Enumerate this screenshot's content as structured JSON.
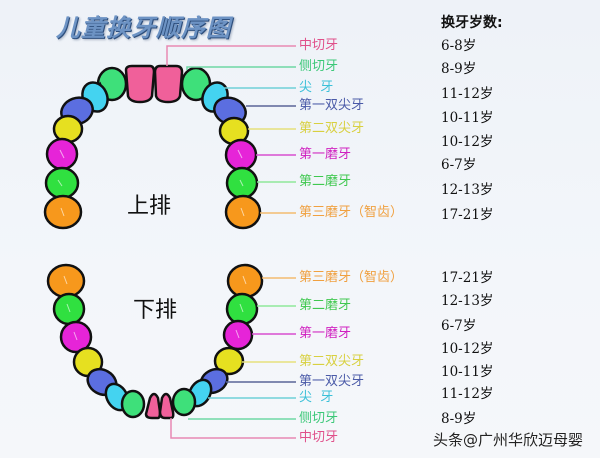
{
  "title": "儿童换牙顺序图",
  "age_header": "换牙岁数:",
  "jaw_labels": {
    "upper": "上排",
    "lower": "下排"
  },
  "colors": {
    "central_incisor": "#f0609a",
    "lateral_incisor": "#3ee07a",
    "canine": "#44d3f0",
    "first_premolar": "#5b6ee0",
    "second_premolar": "#e6e020",
    "first_molar": "#e624d8",
    "second_molar": "#30e040",
    "third_molar": "#f7981c"
  },
  "upper": [
    {
      "tooth": "中切牙",
      "age": "6-8岁",
      "color": "#e0508a"
    },
    {
      "tooth": "侧切牙",
      "age": "8-9岁",
      "color": "#3cc878"
    },
    {
      "tooth": "尖  牙",
      "age": "11-12岁",
      "color": "#3cc0d8"
    },
    {
      "tooth": "第一双尖牙",
      "age": "10-11岁",
      "color": "#4a5aa8"
    },
    {
      "tooth": "第二双尖牙",
      "age": "10-12岁",
      "color": "#d8d040"
    },
    {
      "tooth": "第一磨牙",
      "age": "6-7岁",
      "color": "#d020c0"
    },
    {
      "tooth": "第二磨牙",
      "age": "12-13岁",
      "color": "#40c850"
    },
    {
      "tooth": "第三磨牙（智齿）",
      "age": "17-21岁",
      "color": "#f0a040"
    }
  ],
  "lower": [
    {
      "tooth": "第三磨牙（智齿）",
      "age": "17-21岁",
      "color": "#f0a040"
    },
    {
      "tooth": "第二磨牙",
      "age": "12-13岁",
      "color": "#40c850"
    },
    {
      "tooth": "第一磨牙",
      "age": "6-7岁",
      "color": "#d020c0"
    },
    {
      "tooth": "第二双尖牙",
      "age": "10-12岁",
      "color": "#d8d040"
    },
    {
      "tooth": "第一双尖牙",
      "age": "10-11岁",
      "color": "#4a5aa8"
    },
    {
      "tooth": "尖  牙",
      "age": "11-12岁",
      "color": "#3cc0d8"
    },
    {
      "tooth": "侧切牙",
      "age": "8-9岁",
      "color": "#3cc878"
    },
    {
      "tooth": "中切牙",
      "age": "",
      "color": "#e0508a"
    }
  ],
  "watermark": "头条@广州华欣迈母婴"
}
